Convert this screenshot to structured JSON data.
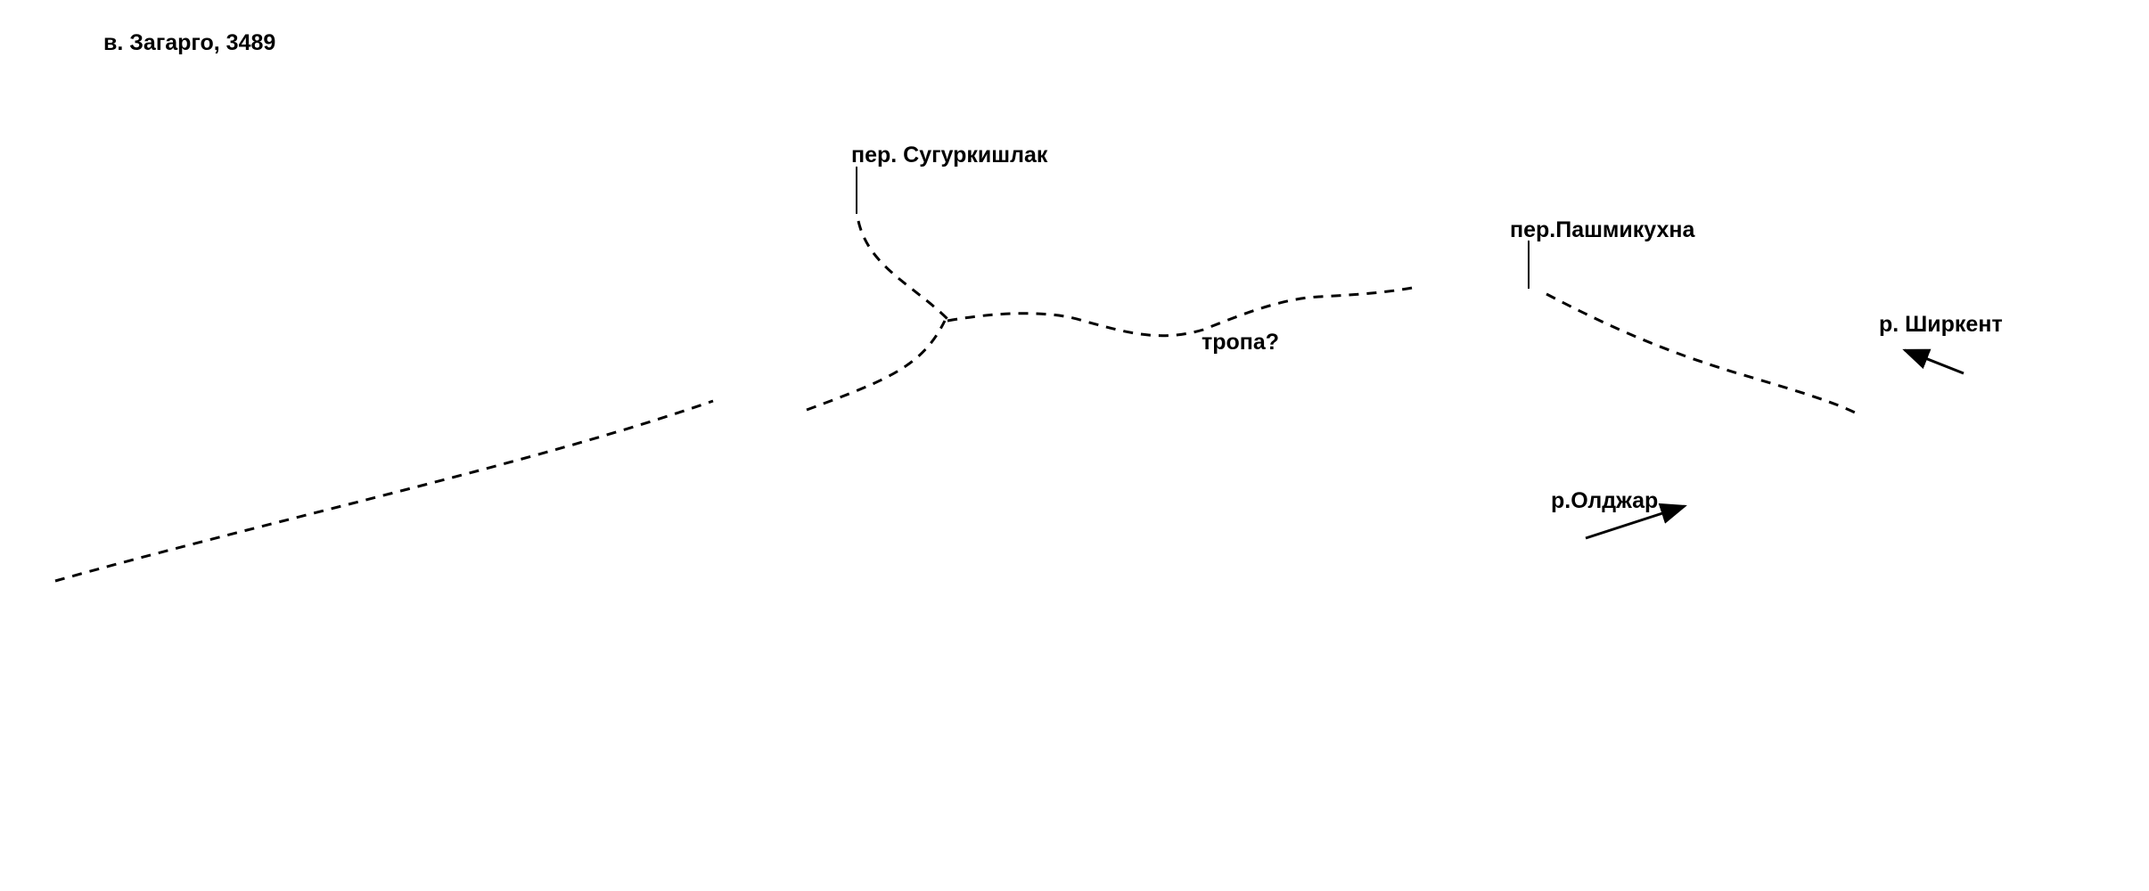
{
  "labels": {
    "village": "в. Загарго, 3489",
    "pass_sugurkishlak": "пер. Сугуркишлак",
    "pass_pashmikukhna": "пер.Пашмикухна",
    "trail_question": "тропа?",
    "river_shirkent": "р. Ширкент",
    "river_oldzhar": "р.Олджар"
  },
  "colors": {
    "ink": "#000000",
    "background": "#ffffff"
  }
}
